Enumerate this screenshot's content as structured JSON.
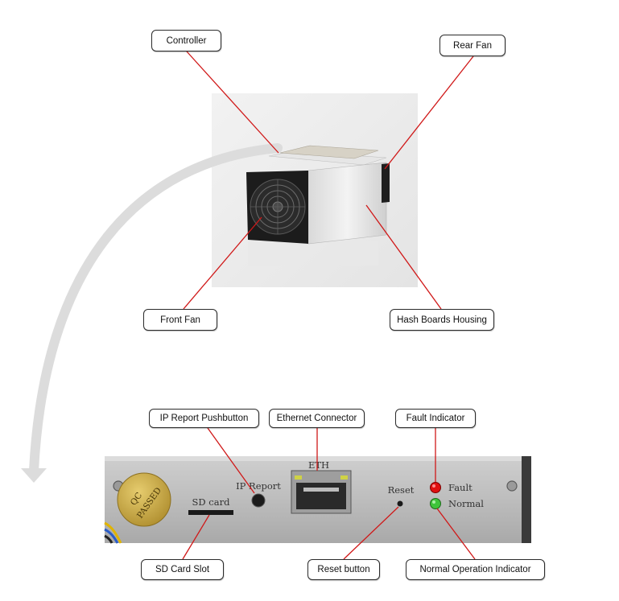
{
  "callouts": {
    "controller": "Controller",
    "rear_fan": "Rear Fan",
    "front_fan": "Front Fan",
    "hash_boards_housing": "Hash Boards Housing",
    "ip_report_pushbutton": "IP Report Pushbutton",
    "ethernet_connector": "Ethernet Connector",
    "fault_indicator": "Fault Indicator",
    "sd_card_slot": "SD Card Slot",
    "reset_button": "Reset button",
    "normal_operation_indicator": "Normal Operation Indicator"
  },
  "panel_print": {
    "eth": "ETH",
    "ip_report": "IP Report",
    "sd_card": "SD card",
    "reset": "Reset",
    "fault": "Fault",
    "normal": "Normal",
    "qc_sticker_line1": "QC",
    "qc_sticker_line2": "PASSED"
  },
  "colors": {
    "leader_line": "#d01818",
    "fault_led": "#e01010",
    "normal_led": "#3ec43a",
    "arrow": "#dcdcdc",
    "sticker_gold": "#c8a640"
  }
}
